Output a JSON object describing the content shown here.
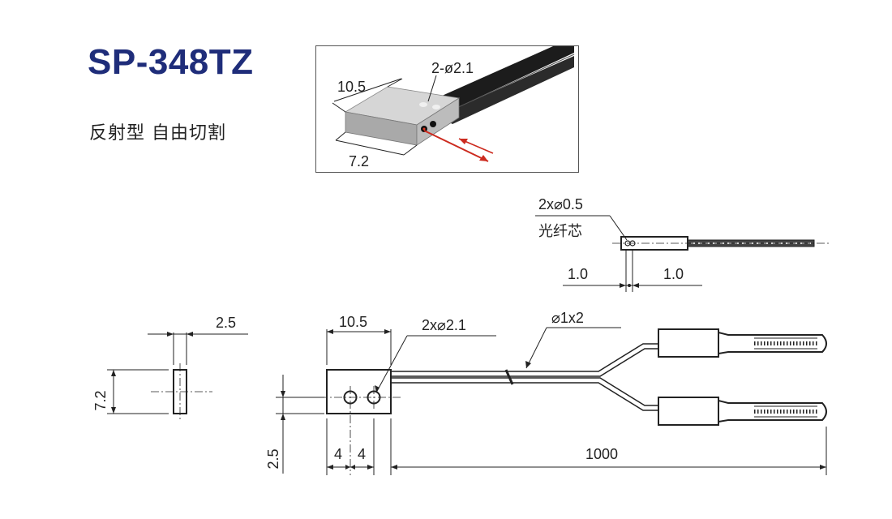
{
  "header": {
    "model": "SP-348TZ",
    "subtitle": "反射型  自由切割"
  },
  "photo": {
    "dim_length": "10.5",
    "dim_width": "7.2",
    "hole_label": "2-ø2.1",
    "colors": {
      "light_beam": "#cc2a1e",
      "cable": "#1a1a1a",
      "body": "#c9c9c9"
    }
  },
  "fiber_detail": {
    "core_label": "2x⌀0.5",
    "core_name": "光纤芯",
    "left_dim": "1.0",
    "right_dim": "1.0"
  },
  "side_view": {
    "thickness": "2.5",
    "height": "7.2"
  },
  "front_view": {
    "width": "10.5",
    "hole_label": "2x⌀2.1",
    "cable_label": "⌀1x2",
    "pitch_left": "4",
    "pitch_right": "4",
    "hole_offset": "2.5",
    "cable_length": "1000"
  }
}
